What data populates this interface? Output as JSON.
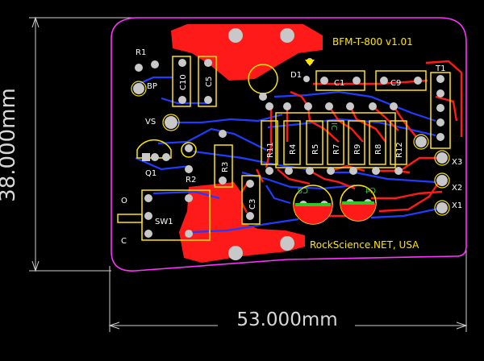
{
  "dimensions": {
    "height_label": "38.000mm",
    "width_label": "53.000mm"
  },
  "board": {
    "title": "BFM-T-800 v1.01",
    "credit": "RockScience.NET, USA"
  },
  "components": {
    "r1": "R1",
    "bp": "BP",
    "c10": "C10",
    "c5": "C5",
    "d1": "D1",
    "c1": "C1",
    "c9": "C9",
    "t1": "T1",
    "vs": "VS",
    "q1": "Q1",
    "r2": "R2",
    "r3": "R3",
    "r11": "R11",
    "r4": "R4",
    "r5": "R5",
    "r7": "R7",
    "r9": "R9",
    "r8": "R8",
    "r12": "R12",
    "ic": "IC",
    "c3": "C3",
    "c8": "C8",
    "c4": "C4",
    "sw1": "SW1",
    "x3": "X3",
    "x2": "X2",
    "x1": "X1",
    "o": "O",
    "c": "C"
  },
  "colors": {
    "copper_top": "#ff1a1a",
    "copper_bottom": "#1f3cff",
    "silkscreen": "#ffe600",
    "pad": "#c8c8c8",
    "outline": "#ff33ff",
    "dimension": "#cfcfcf"
  }
}
